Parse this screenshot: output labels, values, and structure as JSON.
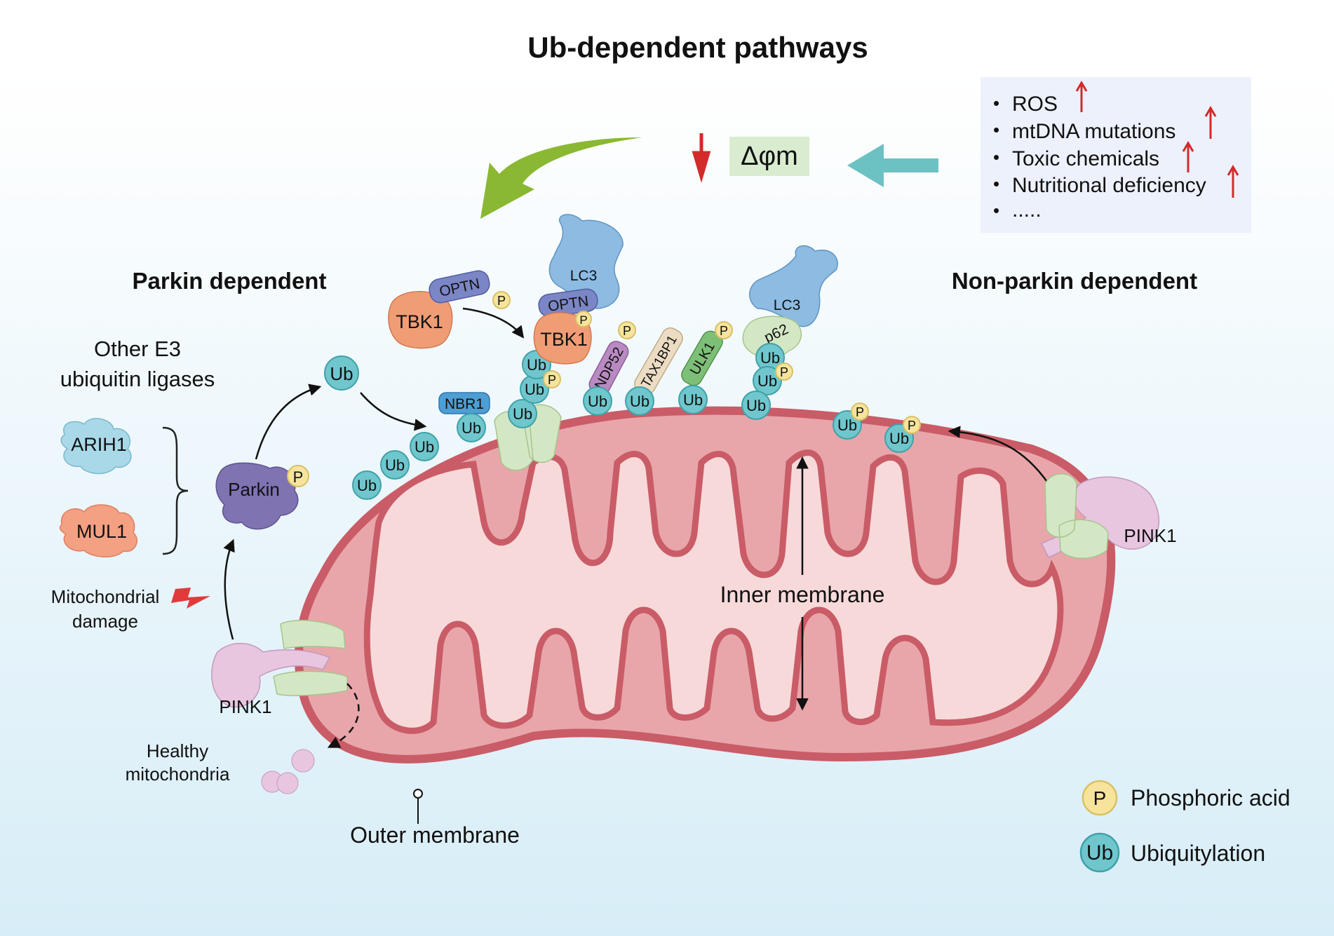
{
  "title": "Ub-dependent pathways",
  "delta_label": "Δφm",
  "stressors": [
    "ROS",
    "mtDNA mutations",
    "Toxic chemicals",
    "Nutritional deficiency",
    "....."
  ],
  "bullet": "•",
  "sections": {
    "left": "Parkin dependent",
    "right": "Non-parkin dependent"
  },
  "e3": {
    "heading_line1": "Other E3",
    "heading_line2": "ubiquitin ligases",
    "ligases": [
      "ARIH1",
      "MUL1"
    ]
  },
  "proteins": {
    "parkin": "Parkin",
    "pink1": "PINK1",
    "tbk1": "TBK1",
    "optn": "OPTN",
    "lc3": "LC3",
    "nbr1": "NBR1",
    "ndp52": "NDP52",
    "tax1bp1": "TAX1BP1",
    "ulk1": "ULK1",
    "p62": "p62"
  },
  "markers": {
    "ub": "Ub",
    "p": "P"
  },
  "labels": {
    "mito_damage_line1": "Mitochondrial",
    "mito_damage_line2": "damage",
    "healthy_line1": "Healthy",
    "healthy_line2": "mitochondria",
    "inner_membrane": "Inner membrane",
    "outer_membrane": "Outer membrane"
  },
  "legend": [
    {
      "symbol": "P",
      "label": "Phosphoric acid",
      "color": "#f7e49c"
    },
    {
      "symbol": "Ub",
      "label": "Ubiquitylation",
      "color": "#6fc7cd"
    }
  ],
  "colors": {
    "background_top": "#ffffff",
    "background_bottom": "#d7edf7",
    "mito_outer": "#d7757e",
    "mito_matrix": "#f7d9da",
    "mito_inner_space": "#e8a6aa",
    "ub": "#6fc7cd",
    "phosphate": "#f7e49c",
    "green_arrow": "#8ab833",
    "teal_arrow": "#6cc1c2",
    "red_arrow": "#d32a2a",
    "delta_box": "#d9ecd0",
    "stress_box": "#edf1fb",
    "parkin": "#7f73b1",
    "tbk1": "#f09d76",
    "optn": "#7b86c6",
    "lc3": "#8dbbe2",
    "pink1": "#e8c6e0",
    "tom": "#d4e7c4",
    "nbr1": "#4e9ed3",
    "ndp52": "#b98ac2",
    "tax1bp1": "#ecdcc3",
    "ulk1": "#7ebf77",
    "arih1": "#a9d9e8",
    "mul1": "#f3a083"
  }
}
